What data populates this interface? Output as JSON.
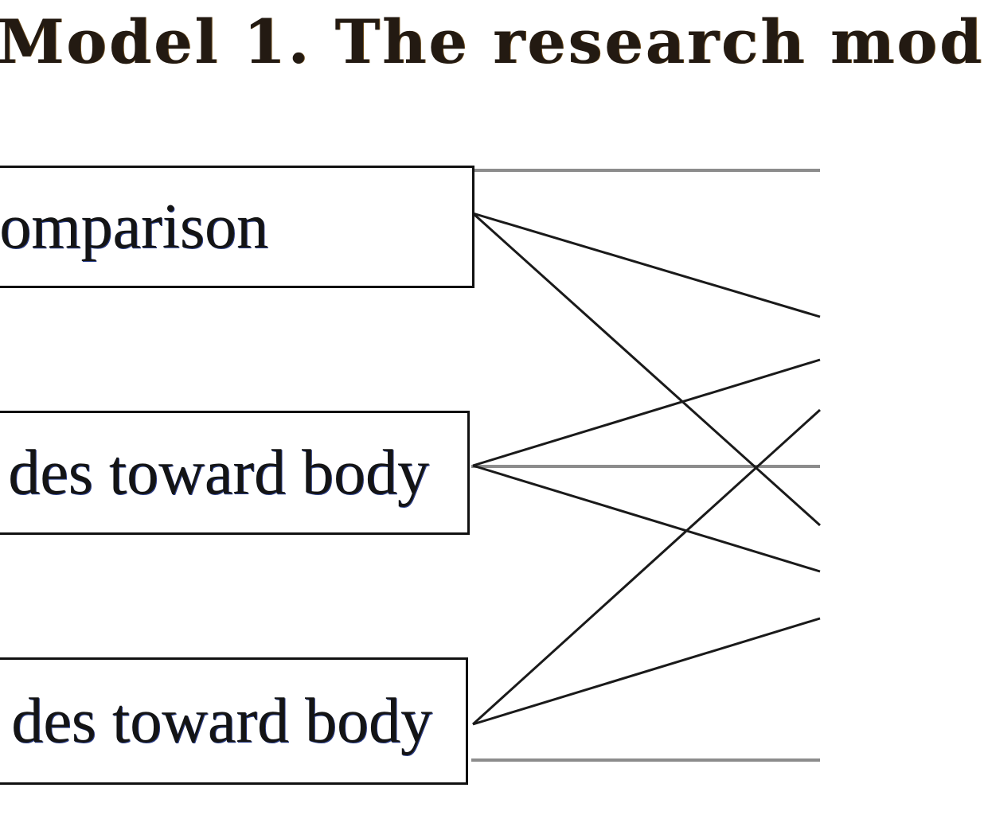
{
  "title": "Model 1. The research mod",
  "boxes": [
    {
      "label": "omparison"
    },
    {
      "label": "des toward body"
    },
    {
      "label": "des toward body"
    }
  ],
  "colors": {
    "line_dark": "#1a1a1a",
    "line_gray": "#8c8c8c",
    "border": "#111111"
  }
}
